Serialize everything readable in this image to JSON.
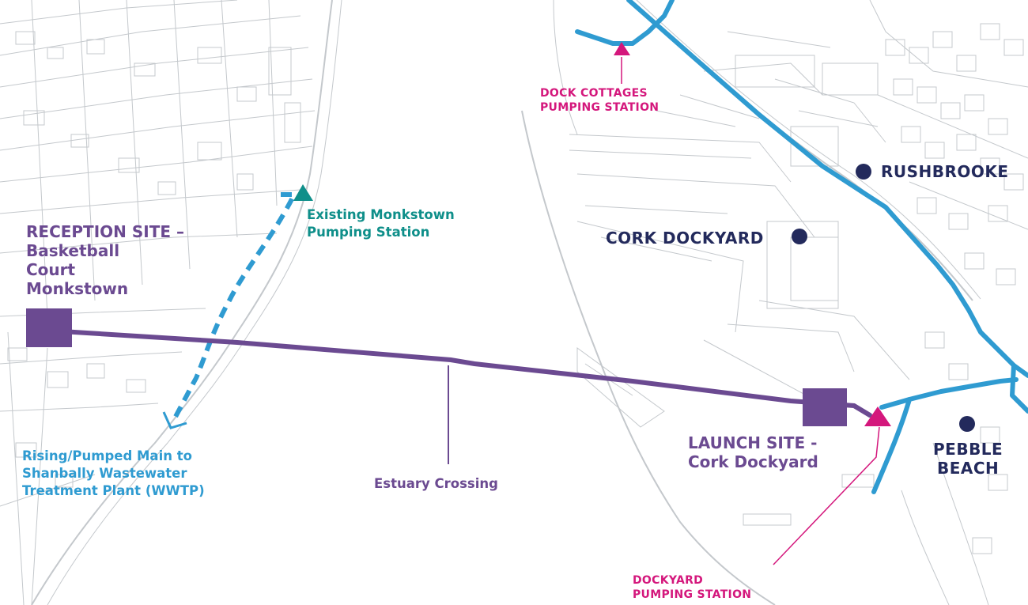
{
  "colors": {
    "purple": "#6b4a91",
    "teal": "#0f8f8a",
    "blue": "#2f9bd1",
    "magenta": "#d4177c",
    "navy": "#232a5c",
    "basemap": "#c4c8cc"
  },
  "labels": {
    "reception_site": [
      "RECEPTION SITE –",
      "Basketball",
      "Court",
      "Monkstown"
    ],
    "existing_monkstown": [
      "Existing Monkstown",
      "Pumping Station"
    ],
    "rising_main": [
      "Rising/Pumped Main to",
      "Shanbally Wastewater",
      "Treatment Plant (WWTP)"
    ],
    "estuary_crossing": "Estuary Crossing",
    "dock_cottages": [
      "DOCK COTTAGES",
      "PUMPING STATION"
    ],
    "launch_site": [
      "LAUNCH SITE -",
      "Cork Dockyard"
    ],
    "dockyard_pumping": [
      "DOCKYARD",
      "PUMPING STATION"
    ],
    "rushbrooke": "RUSHBROOKE",
    "cork_dockyard": "CORK DOCKYARD",
    "pebble_beach": [
      "PEBBLE",
      "BEACH"
    ]
  },
  "icons": {
    "reception_marker": "square-marker",
    "launch_marker": "square-marker",
    "pumping_station": "triangle-marker",
    "place": "circle-marker"
  }
}
